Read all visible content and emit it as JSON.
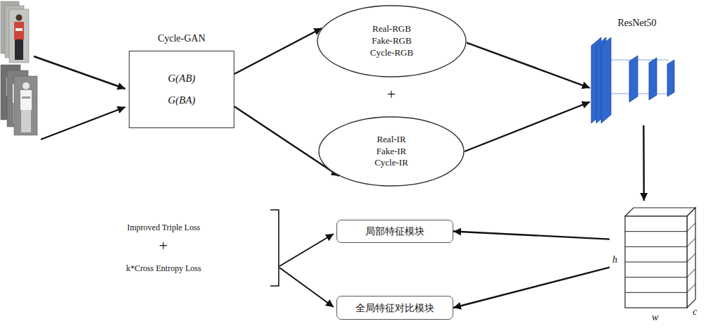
{
  "diagram": {
    "nodes": [
      {
        "text": [
          "Cycle-GAN",
          "G(AB)",
          "G(BA)"
        ]
      },
      {
        "text": [
          "Real-RGB",
          "Fake-RGB",
          "Cycle-RGB"
        ]
      },
      {
        "text": [
          "Real-IR",
          "Fake-IR",
          "Cycle-IR"
        ]
      },
      {
        "text": [
          "ResNet50"
        ]
      },
      {
        "text": [
          "局部特征模块"
        ]
      },
      {
        "text": [
          "全局特征对比模块"
        ]
      },
      {
        "text": [
          "h",
          "w",
          "c"
        ]
      }
    ],
    "edges": [
      {
        "from": 0,
        "to": 1,
        "arrow": "to"
      },
      {
        "from": 0,
        "to": 2,
        "arrow": "to"
      },
      {
        "from": 1,
        "to": 3,
        "arrow": "to"
      },
      {
        "from": 2,
        "to": 3,
        "arrow": "to"
      },
      {
        "from": 3,
        "to": 6,
        "arrow": "to"
      },
      {
        "from": 6,
        "to": 4,
        "arrow": "to"
      },
      {
        "from": 6,
        "to": 5,
        "arrow": "to"
      }
    ],
    "labels": [
      "+",
      "Improved Triple Loss",
      "+",
      "k*Cross Entropy Loss"
    ]
  }
}
